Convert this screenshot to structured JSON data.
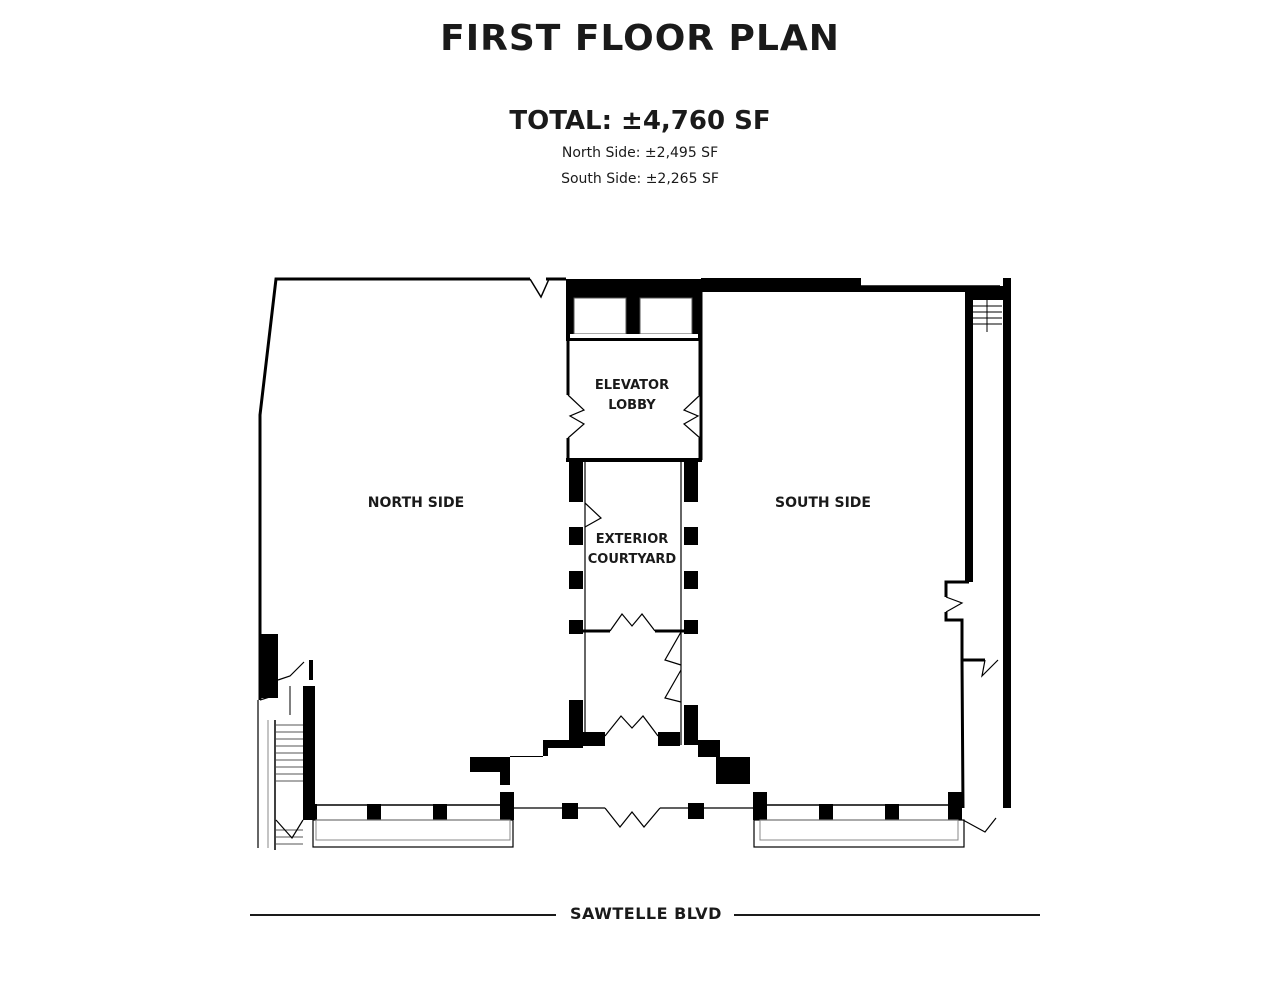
{
  "header": {
    "title": "FIRST FLOOR PLAN",
    "total": "TOTAL: ±4,760 SF",
    "north_side": "North Side: ±2,495 SF",
    "south_side": "South Side: ±2,265 SF"
  },
  "plan": {
    "rooms": {
      "north_side": "NORTH SIDE",
      "south_side": "SOUTH SIDE",
      "elevator_lobby_line1": "ELEVATOR",
      "elevator_lobby_line2": "LOBBY",
      "courtyard_line1": "EXTERIOR",
      "courtyard_line2": "COURTYARD"
    },
    "street": "SAWTELLE BLVD"
  },
  "colors": {
    "wall": "#000000",
    "line": "#1a1a1a",
    "thin_line": "#808080",
    "background": "#ffffff"
  }
}
